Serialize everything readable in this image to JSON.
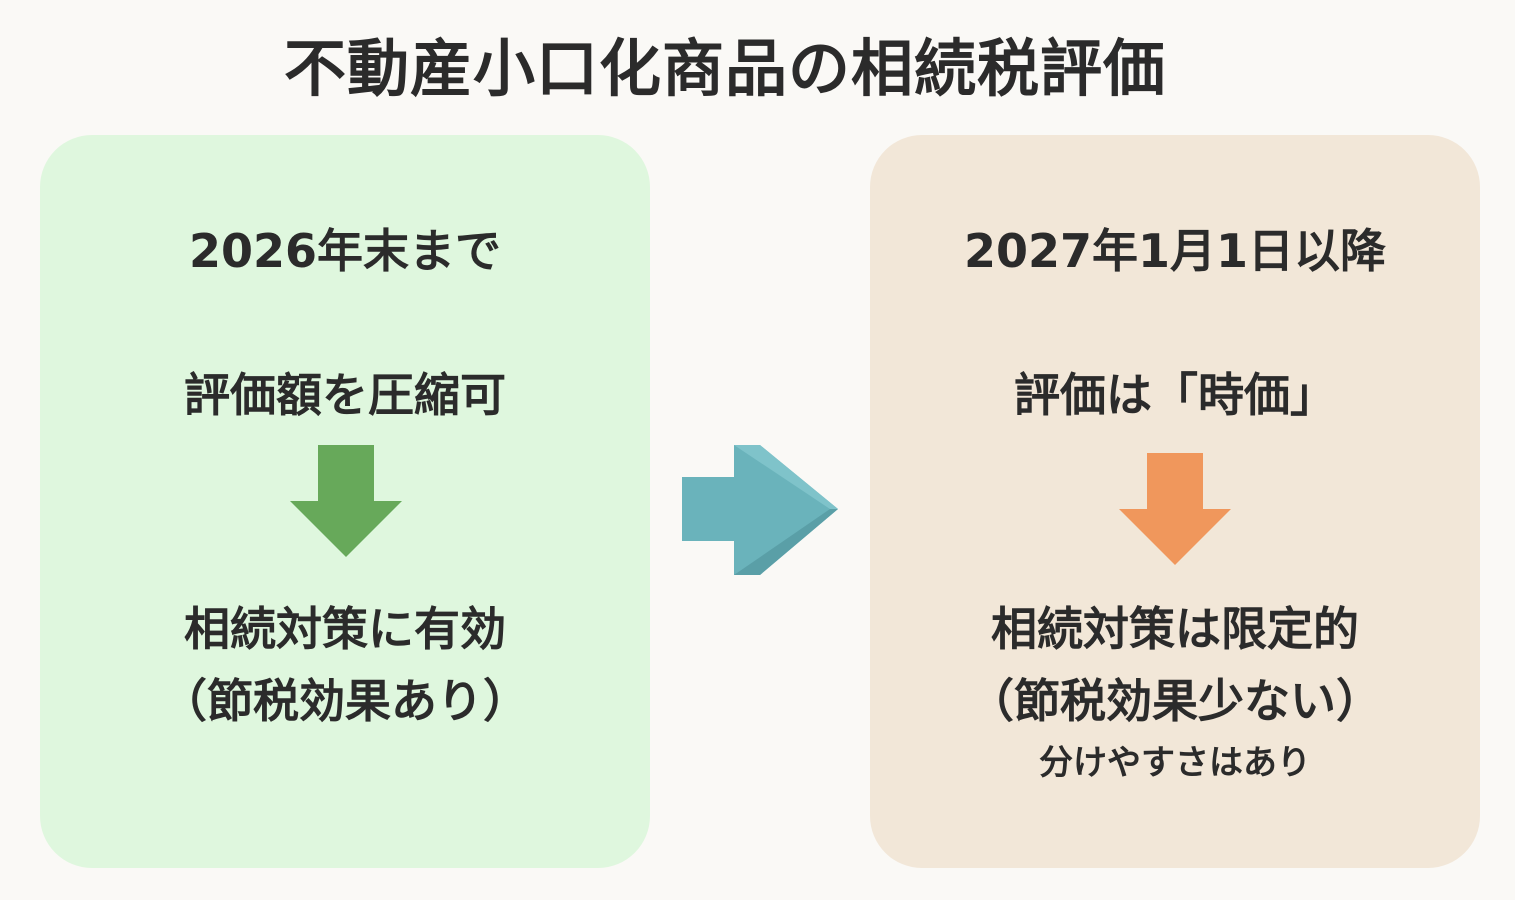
{
  "title": "不動産小口化商品の相続税評価",
  "left": {
    "period": "2026年末まで",
    "valuation": "評価額を圧縮可",
    "result_line1": "相続対策に有効",
    "result_line2": "（節税効果あり）"
  },
  "right": {
    "period": "2027年1月1日以降",
    "valuation": "評価は「時価」",
    "result_line1": "相続対策は限定的",
    "result_line2": "（節税効果少ない）",
    "note": "分けやすさはあり"
  },
  "colors": {
    "left_bg": "#dff7de",
    "right_bg": "#f2e7d8",
    "green_arrow": "#67a95a",
    "teal_arrow": "#6ab3bb",
    "orange_arrow": "#f0975c"
  }
}
